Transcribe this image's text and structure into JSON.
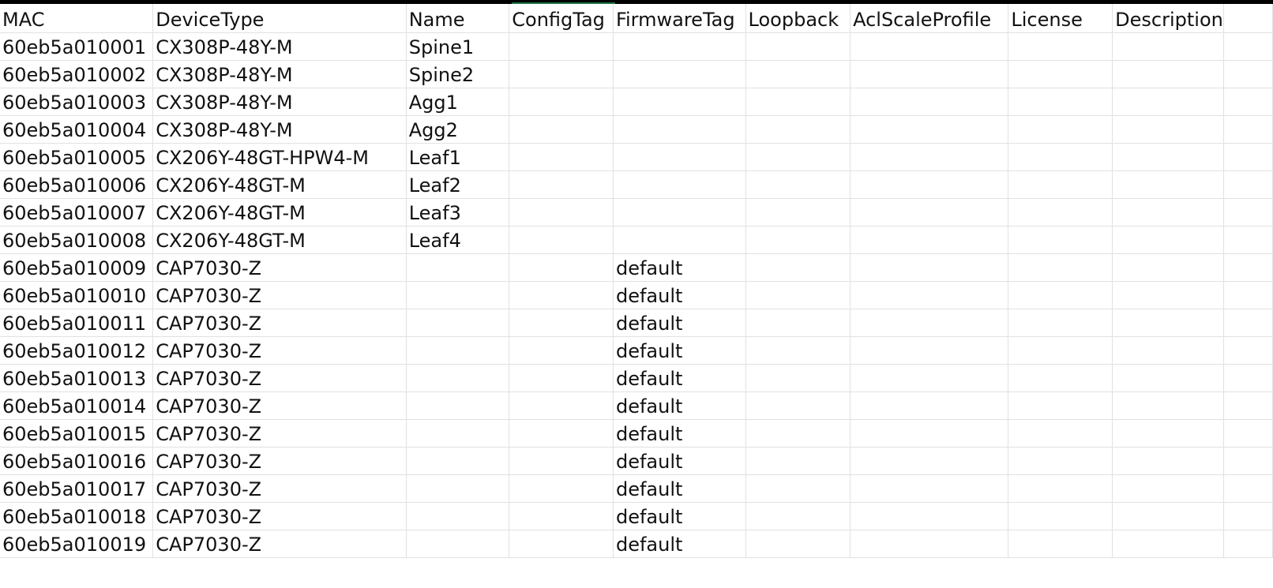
{
  "sheet": {
    "columns": [
      "MAC",
      "DeviceType",
      "Name",
      "ConfigTag",
      "FirmwareTag",
      "Loopback",
      "AclScaleProfile",
      "License",
      "Description",
      ""
    ],
    "rows": [
      [
        "60eb5a010001",
        "CX308P-48Y-M",
        "Spine1",
        "",
        "",
        "",
        "",
        "",
        "",
        ""
      ],
      [
        "60eb5a010002",
        "CX308P-48Y-M",
        "Spine2",
        "",
        "",
        "",
        "",
        "",
        "",
        ""
      ],
      [
        "60eb5a010003",
        "CX308P-48Y-M",
        "Agg1",
        "",
        "",
        "",
        "",
        "",
        "",
        ""
      ],
      [
        "60eb5a010004",
        "CX308P-48Y-M",
        "Agg2",
        "",
        "",
        "",
        "",
        "",
        "",
        ""
      ],
      [
        "60eb5a010005",
        "CX206Y-48GT-HPW4-M",
        "Leaf1",
        "",
        "",
        "",
        "",
        "",
        "",
        ""
      ],
      [
        "60eb5a010006",
        "CX206Y-48GT-M",
        "Leaf2",
        "",
        "",
        "",
        "",
        "",
        "",
        ""
      ],
      [
        "60eb5a010007",
        "CX206Y-48GT-M",
        "Leaf3",
        "",
        "",
        "",
        "",
        "",
        "",
        ""
      ],
      [
        "60eb5a010008",
        "CX206Y-48GT-M",
        "Leaf4",
        "",
        "",
        "",
        "",
        "",
        "",
        ""
      ],
      [
        "60eb5a010009",
        "CAP7030-Z",
        "",
        "",
        "default",
        "",
        "",
        "",
        "",
        ""
      ],
      [
        "60eb5a010010",
        "CAP7030-Z",
        "",
        "",
        "default",
        "",
        "",
        "",
        "",
        ""
      ],
      [
        "60eb5a010011",
        "CAP7030-Z",
        "",
        "",
        "default",
        "",
        "",
        "",
        "",
        ""
      ],
      [
        "60eb5a010012",
        "CAP7030-Z",
        "",
        "",
        "default",
        "",
        "",
        "",
        "",
        ""
      ],
      [
        "60eb5a010013",
        "CAP7030-Z",
        "",
        "",
        "default",
        "",
        "",
        "",
        "",
        ""
      ],
      [
        "60eb5a010014",
        "CAP7030-Z",
        "",
        "",
        "default",
        "",
        "",
        "",
        "",
        ""
      ],
      [
        "60eb5a010015",
        "CAP7030-Z",
        "",
        "",
        "default",
        "",
        "",
        "",
        "",
        ""
      ],
      [
        "60eb5a010016",
        "CAP7030-Z",
        "",
        "",
        "default",
        "",
        "",
        "",
        "",
        ""
      ],
      [
        "60eb5a010017",
        "CAP7030-Z",
        "",
        "",
        "default",
        "",
        "",
        "",
        "",
        ""
      ],
      [
        "60eb5a010018",
        "CAP7030-Z",
        "",
        "",
        "default",
        "",
        "",
        "",
        "",
        ""
      ],
      [
        "60eb5a010019",
        "CAP7030-Z",
        "",
        "",
        "default",
        "",
        "",
        "",
        "",
        ""
      ]
    ]
  },
  "colors": {
    "gridline": "#e1e1e1",
    "text": "#111111",
    "top_bar": "#000000",
    "selection_accent": "#1e7145"
  }
}
